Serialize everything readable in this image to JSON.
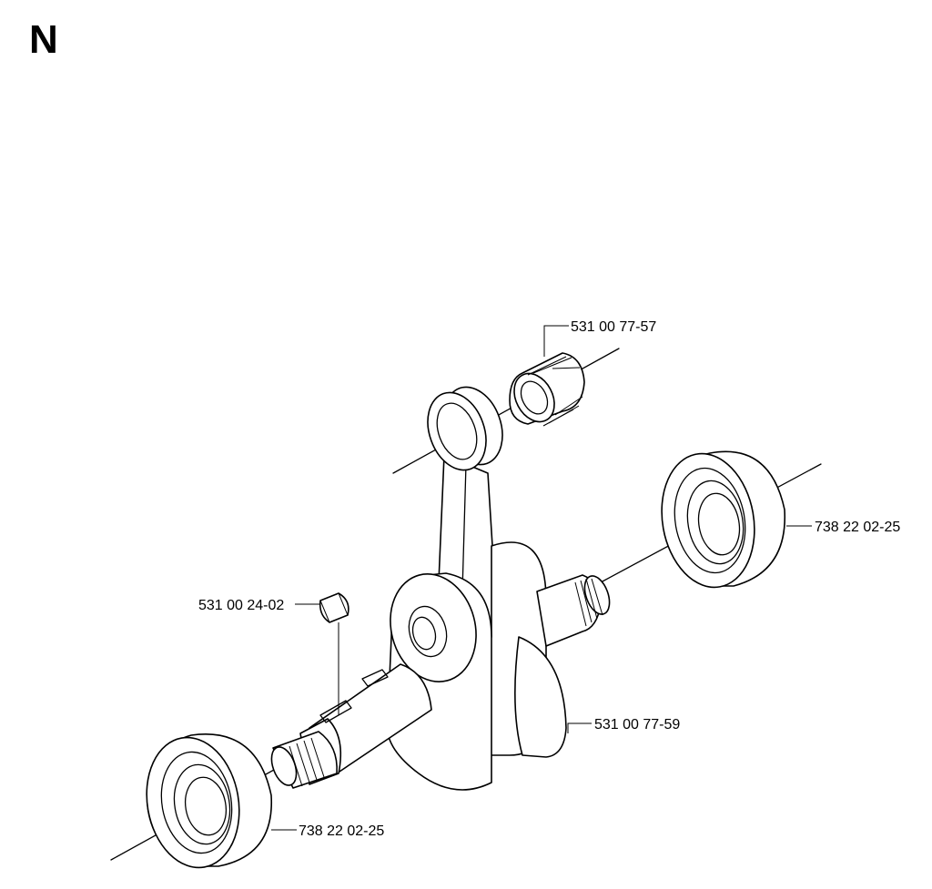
{
  "section_letter": "N",
  "callouts": {
    "needle_bearing": "531 00 77-57",
    "ball_bearing_right": "738 22 02-25",
    "key": "531 00 24-02",
    "crankshaft": "531 00 77-59",
    "ball_bearing_left": "738 22 02-25"
  }
}
